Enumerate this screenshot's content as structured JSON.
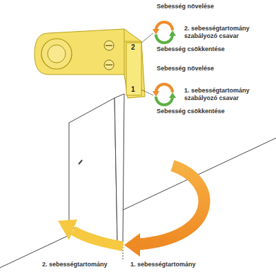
{
  "diagram": {
    "labels": [
      "Sebesség növelése",
      "2. sebességtartomány szabályozó csavar",
      "Sebesség csökkentése",
      "Sebesség növelése",
      "1. sebességtartomány szabályozó csavar",
      "Sebesség csökkentése",
      "2. sebességtartomány",
      "1. sebességtartomány",
      "2",
      "1"
    ]
  }
}
